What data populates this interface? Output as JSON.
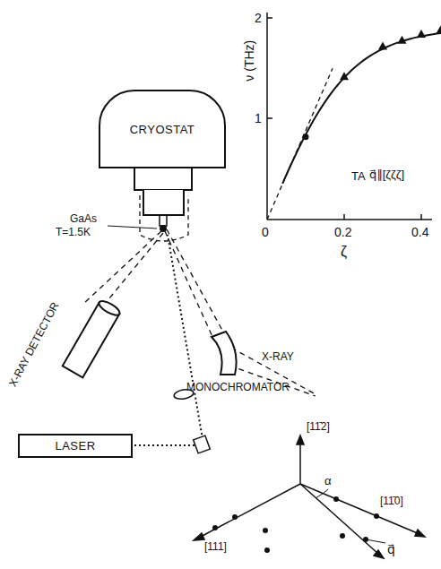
{
  "diagram": {
    "nodes": [
      {
        "text": [
          "CRYOSTAT"
        ]
      },
      {
        "text": [
          "LASER"
        ]
      }
    ],
    "labels": [
      "GaAs",
      "T=1.5K",
      "X-RAY DETECTOR",
      "MONOCHROMATOR",
      "X-RAY",
      "2",
      "1",
      "0",
      "0.2",
      "0.4",
      "ν (THz)",
      "ζ",
      "TA",
      "q⃗∥[ζζζ]",
      "[111]",
      "[11̄2]",
      "[11̄0]",
      "α",
      "q⃗"
    ]
  }
}
